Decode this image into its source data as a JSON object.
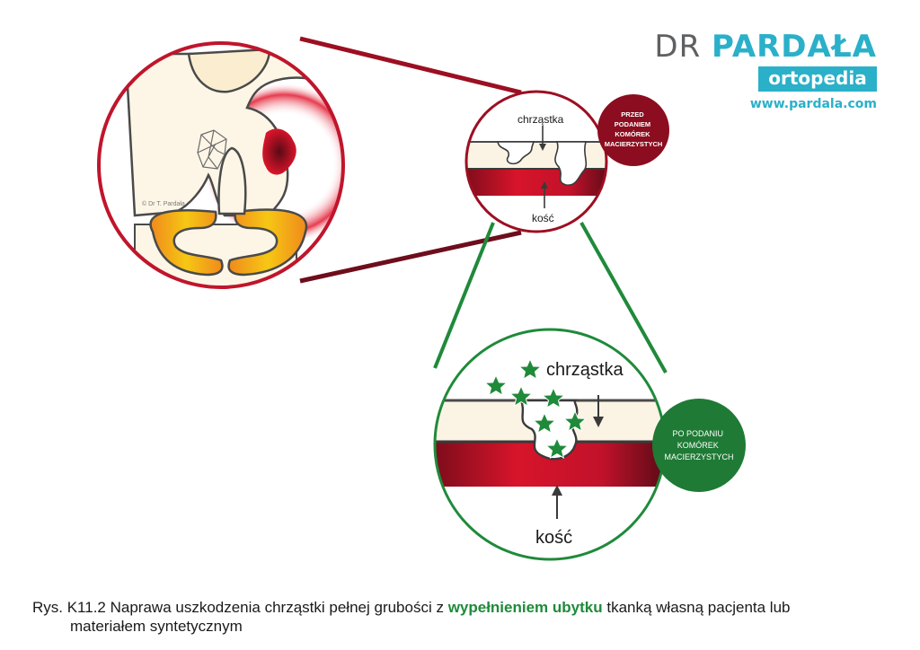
{
  "logo": {
    "dr": "DR",
    "pardala": "PARDAŁA",
    "tagline": "ortopedia",
    "url": "www.pardala.com"
  },
  "copyright": "© Dr T. Pardała",
  "before_panel": {
    "label_cartilage": "chrząstka",
    "label_bone": "kość",
    "badge_lines": [
      "PRZED",
      "PODANIEM",
      "KOMÓREK",
      "MACIERZYSTYCH"
    ]
  },
  "after_panel": {
    "label_cartilage": "chrząstka",
    "label_bone": "kość",
    "badge_lines": [
      "PO PODANIU",
      "KOMÓREK",
      "MACIERZYSTYCH"
    ]
  },
  "caption": {
    "part1": "Rys. K11.2 Naprawa uszkodzenia chrząstki pełnej grubości z ",
    "highlight": "wypełnieniem ubytku",
    "part2": " tkanką własną pacjenta lub",
    "line2": "materiałem syntetycznym"
  },
  "colors": {
    "red": "#b3132b",
    "dark_red": "#6e0d1c",
    "green": "#1f8a3a",
    "teal": "#2ab0c9",
    "cream": "#fbf4e4",
    "yellow": "#f3c211"
  }
}
